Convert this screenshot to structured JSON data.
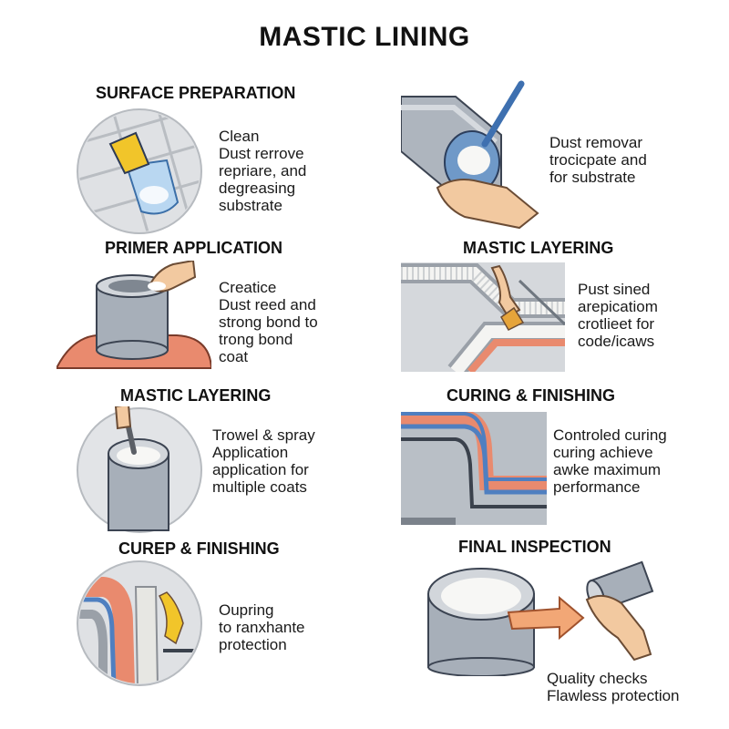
{
  "title": "MASTIC LINING",
  "steps": [
    {
      "heading": "SURFACE PREPARATION",
      "lines": [
        "Clean",
        "Dust rerrove",
        "repriare, and",
        "degreasing",
        "substrate"
      ]
    },
    {
      "heading": "",
      "lines": [
        "Dust removar",
        "trocicpate and",
        "for substrate"
      ]
    },
    {
      "heading": "PRIMER APPLICATION",
      "lines": [
        "Creatice",
        "Dust reed and",
        "strong bond to",
        "trong bond",
        "coat"
      ]
    },
    {
      "heading": "MASTIC LAYERING",
      "lines": [
        "Pust sined",
        "arepicatiom",
        "crotlieet for",
        "code/icaws"
      ]
    },
    {
      "heading": "MASTIC LAYERING",
      "lines": [
        "Trowel & spray",
        "Application",
        "application for",
        "multiple coats"
      ]
    },
    {
      "heading": "CURING & FINISHING",
      "lines": [
        "Controled curing",
        "curing achieve",
        "awke maximum",
        "performance"
      ]
    },
    {
      "heading": "CUREP & FINISHING",
      "lines": [
        "Oupring",
        "to ranxhante",
        "protection"
      ]
    },
    {
      "heading": "FINAL INSPECTION",
      "lines": [
        "Quality checks",
        "Flawless protection"
      ]
    }
  ],
  "colors": {
    "pipe_gray": "#9ea6b0",
    "mastic_white": "#f4f4f2",
    "coat_orange": "#e98a6e",
    "accent_blue": "#4f7fc0",
    "skin": "#f2c9a0",
    "yellow": "#f1c52a",
    "circle_bg": "#e2e4e7"
  }
}
